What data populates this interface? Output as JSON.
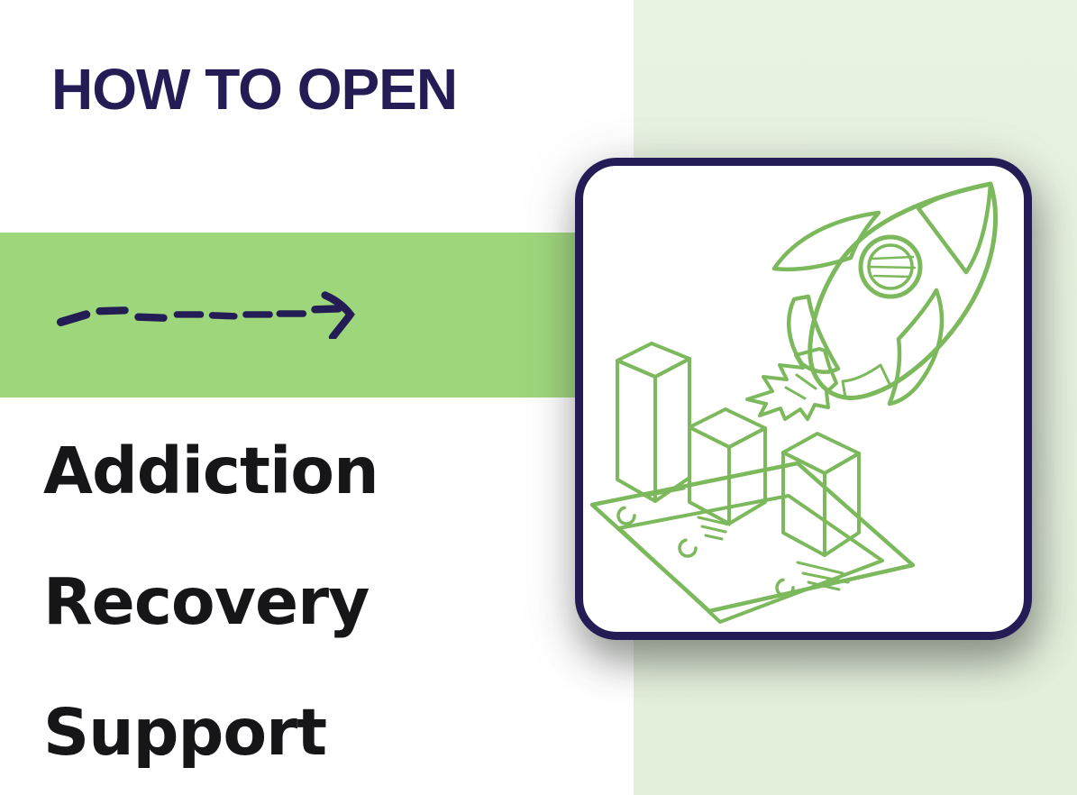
{
  "header": {
    "title": "HOW TO OPEN"
  },
  "heading": {
    "lines": [
      "Addiction",
      "Recovery",
      "Support"
    ]
  },
  "decorations": {
    "arrow_icon": "dashed-arrow-right",
    "illustration": {
      "card_style": "rounded-navy-border-card",
      "sketch_elements": [
        "rocket",
        "3d-bar-chart",
        "banknotes"
      ]
    }
  },
  "colors": {
    "title_navy": "#241c55",
    "headline_black": "#161618",
    "band_green": "#9ed67b",
    "panel_light_green": "#e6f1df",
    "sketch_green": "#7cb85c",
    "sketch_light_green": "#b7e294",
    "card_border_navy": "#241c55",
    "background_white": "#ffffff"
  }
}
